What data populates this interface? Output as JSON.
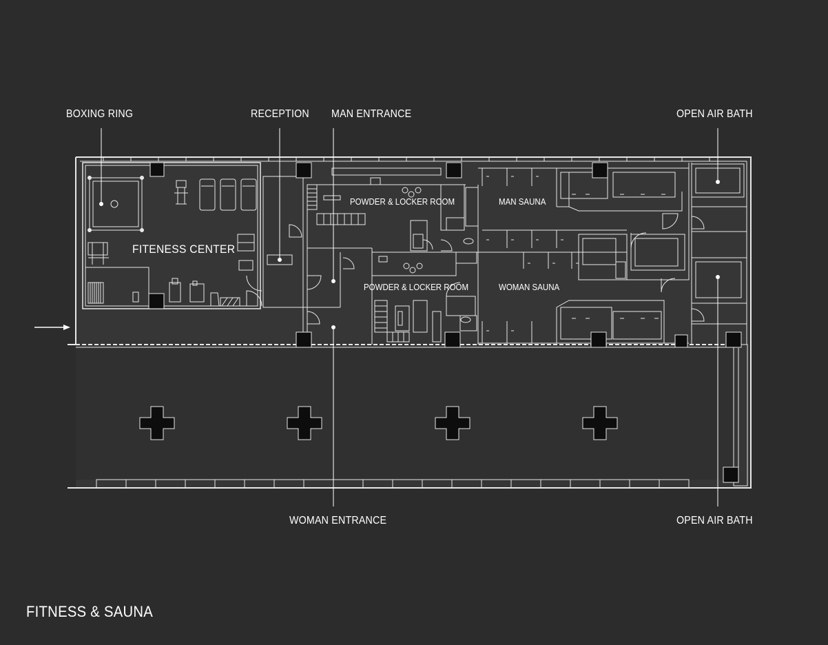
{
  "diagram": {
    "title": "FITNESS & SAUNA",
    "colors": {
      "background": "#2c2c2c",
      "building_fill": "#363636",
      "wall_line": "#e8e8e8",
      "column_fill": "#0d0d0d"
    },
    "callouts": {
      "boxing_ring": "BOXING RING",
      "reception": "RECEPTION",
      "man_entrance": "MAN ENTRANCE",
      "open_air_bath_top": "OPEN AIR BATH",
      "woman_entrance": "WOMAN ENTRANCE",
      "open_air_bath_bottom": "OPEN AIR BATH"
    },
    "rooms": {
      "fitness_center": "FITENESS CENTER",
      "powder_locker_man": "POWDER & LOCKER ROOM",
      "man_sauna": "MAN SAUNA",
      "powder_locker_woman": "POWDER & LOCKER ROOM",
      "woman_sauna": "WOMAN SAUNA"
    },
    "icons": [
      "entry-arrow-icon",
      "column-cross-icon"
    ]
  }
}
